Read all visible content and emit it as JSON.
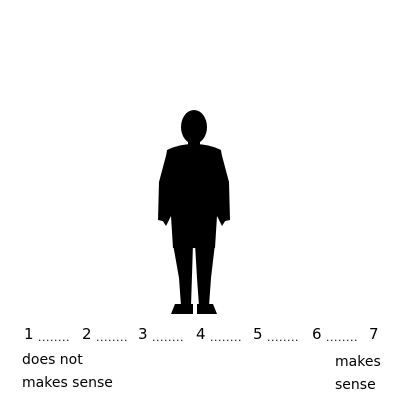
{
  "figure": {
    "icon": "standing-person-silhouette-icon",
    "color": "#000000"
  },
  "scale": {
    "points": [
      "1",
      "2",
      "3",
      "4",
      "5",
      "6",
      "7"
    ],
    "separator": "........",
    "left_anchor": {
      "line1": "does not",
      "line2": "makes sense"
    },
    "right_anchor": {
      "line1": "makes",
      "line2": "sense"
    }
  }
}
